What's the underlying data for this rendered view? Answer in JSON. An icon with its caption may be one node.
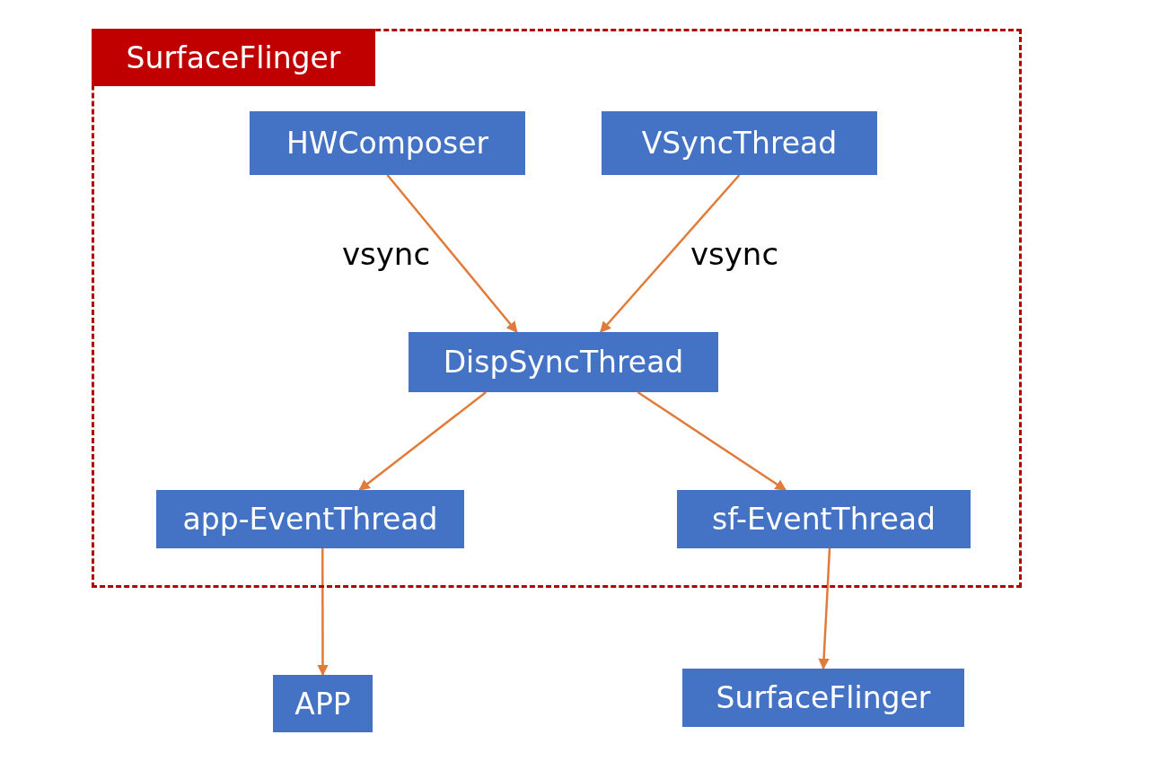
{
  "diagram": {
    "nodes": [
      {
        "text": [
          "SurfaceFlinger"
        ]
      },
      {
        "text": [
          "HWComposer"
        ],
        "in": 0
      },
      {
        "text": [
          "VSyncThread"
        ],
        "in": 0
      },
      {
        "text": [
          "DispSyncThread"
        ],
        "in": 0
      },
      {
        "text": [
          "app-EventThread"
        ],
        "in": 0
      },
      {
        "text": [
          "sf-EventThread"
        ],
        "in": 0
      },
      {
        "text": [
          "APP"
        ]
      },
      {
        "text": [
          "SurfaceFlinger"
        ]
      }
    ],
    "edges": [
      {
        "from": 1,
        "to": 3,
        "arrow": "to",
        "label": "vsync"
      },
      {
        "from": 2,
        "to": 3,
        "arrow": "to",
        "label": "vsync"
      },
      {
        "from": 3,
        "to": 4,
        "arrow": "to"
      },
      {
        "from": 3,
        "to": 5,
        "arrow": "to"
      },
      {
        "from": 4,
        "to": 6,
        "arrow": "to"
      },
      {
        "from": 5,
        "to": 7,
        "arrow": "to"
      }
    ]
  }
}
